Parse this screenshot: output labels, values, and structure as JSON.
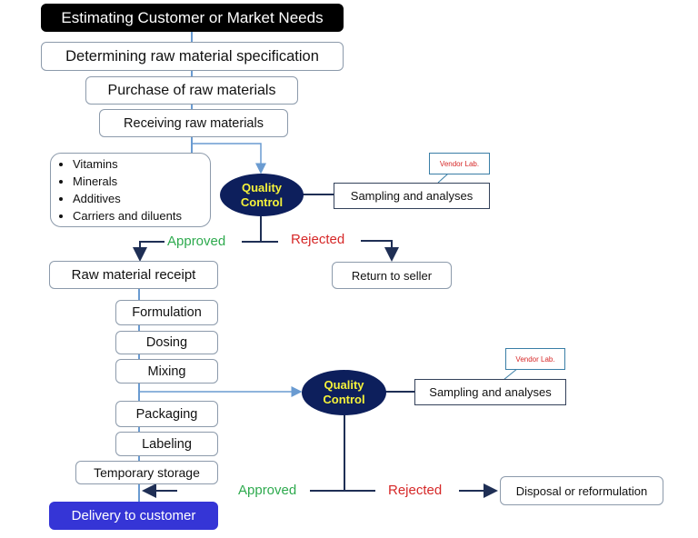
{
  "title": "Estimating Customer or Market Needs",
  "steps": {
    "spec": "Determining raw material specification",
    "purchase": "Purchase of raw materials",
    "receiving": "Receiving raw materials",
    "receipt": "Raw material receipt",
    "formulation": "Formulation",
    "dosing": "Dosing",
    "mixing": "Mixing",
    "packaging": "Packaging",
    "labeling": "Labeling",
    "storage": "Temporary storage",
    "delivery": "Delivery to customer"
  },
  "ingredients": [
    "Vitamins",
    "Minerals",
    "Additives",
    "Carriers and diluents"
  ],
  "qc1": {
    "line1": "Quality",
    "line2": "Control",
    "sampling": "Sampling and analyses",
    "vendor": "Vendor Lab.",
    "approved": "Approved",
    "rejected": "Rejected",
    "reject_target": "Return to seller"
  },
  "qc2": {
    "line1": "Quality",
    "line2": "Control",
    "sampling": "Sampling and analyses",
    "vendor": "Vendor Lab.",
    "approved": "Approved",
    "rejected": "Rejected",
    "reject_target": "Disposal or reformulation"
  },
  "colors": {
    "approved": "#2eaa4e",
    "rejected": "#d62828",
    "qc_fill": "#0d1f5c",
    "qc_text": "#f5f23a",
    "delivery_fill": "#3535d6",
    "title_fill": "#000000"
  }
}
